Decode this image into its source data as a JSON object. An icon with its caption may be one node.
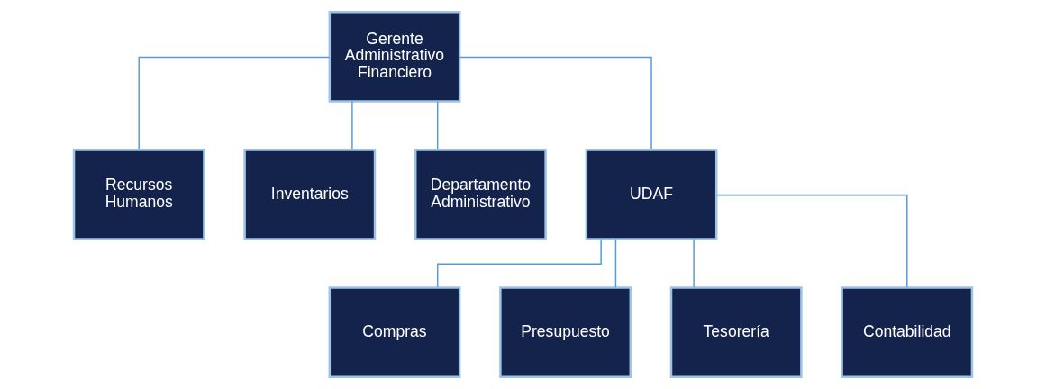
{
  "diagram": {
    "nodes": [
      {
        "text": [
          "Gerente Administrativo Financiero"
        ]
      },
      {
        "text": [
          "Recursos Humanos"
        ]
      },
      {
        "text": [
          "Inventarios"
        ]
      },
      {
        "text": [
          "Departamento Administrativo"
        ]
      },
      {
        "text": [
          "UDAF"
        ]
      },
      {
        "text": [
          "Compras"
        ]
      },
      {
        "text": [
          "Presupuesto"
        ]
      },
      {
        "text": [
          "Tesorería"
        ]
      },
      {
        "text": [
          "Contabilidad"
        ]
      }
    ],
    "edges": [
      {
        "from": 0,
        "to": 1,
        "arrow": "none"
      },
      {
        "from": 0,
        "to": 2,
        "arrow": "none"
      },
      {
        "from": 0,
        "to": 3,
        "arrow": "none"
      },
      {
        "from": 0,
        "to": 4,
        "arrow": "none"
      },
      {
        "from": 4,
        "to": 5,
        "arrow": "none"
      },
      {
        "from": 4,
        "to": 6,
        "arrow": "none"
      },
      {
        "from": 4,
        "to": 7,
        "arrow": "none"
      },
      {
        "from": 4,
        "to": 8,
        "arrow": "none"
      }
    ]
  }
}
